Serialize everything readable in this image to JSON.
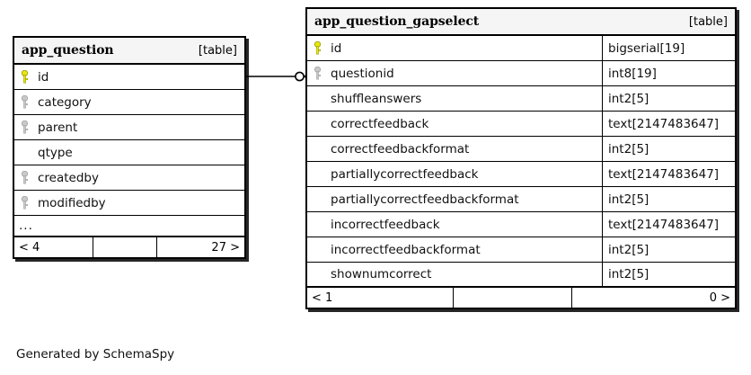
{
  "diagram": {
    "type": "entity-relationship-diagram",
    "caption": "Generated by SchemaSpy",
    "table_tag": "[table]",
    "tables": [
      {
        "id": "app_question",
        "name": "app_question",
        "tag": "[table]",
        "columns": [
          {
            "name": "id",
            "key": "primary",
            "type": ""
          },
          {
            "name": "category",
            "key": "foreign",
            "type": ""
          },
          {
            "name": "parent",
            "key": "foreign",
            "type": ""
          },
          {
            "name": "qtype",
            "key": "none",
            "type": ""
          },
          {
            "name": "createdby",
            "key": "foreign",
            "type": ""
          },
          {
            "name": "modifiedby",
            "key": "foreign",
            "type": ""
          }
        ],
        "more_indicator": "...",
        "footer": {
          "left": "< 4",
          "middle": "",
          "right": "27 >"
        }
      },
      {
        "id": "app_question_gapselect",
        "name": "app_question_gapselect",
        "tag": "[table]",
        "columns": [
          {
            "name": "id",
            "key": "primary",
            "type": "bigserial[19]"
          },
          {
            "name": "questionid",
            "key": "foreign",
            "type": "int8[19]"
          },
          {
            "name": "shuffleanswers",
            "key": "none",
            "type": "int2[5]"
          },
          {
            "name": "correctfeedback",
            "key": "none",
            "type": "text[2147483647]"
          },
          {
            "name": "correctfeedbackformat",
            "key": "none",
            "type": "int2[5]"
          },
          {
            "name": "partiallycorrectfeedback",
            "key": "none",
            "type": "text[2147483647]"
          },
          {
            "name": "partiallycorrectfeedbackformat",
            "key": "none",
            "type": "int2[5]"
          },
          {
            "name": "incorrectfeedback",
            "key": "none",
            "type": "text[2147483647]"
          },
          {
            "name": "incorrectfeedbackformat",
            "key": "none",
            "type": "int2[5]"
          },
          {
            "name": "shownumcorrect",
            "key": "none",
            "type": "int2[5]"
          }
        ],
        "footer": {
          "left": "< 1",
          "middle": "",
          "right": "0 >"
        }
      }
    ],
    "relationship": {
      "from_table": "app_question",
      "from_column": "id",
      "to_table": "app_question_gapselect",
      "to_column": "questionid",
      "source_marker": "zero-or-one-circle",
      "target_marker": "many-arrow"
    },
    "colors": {
      "primary_key": "#e8e80a",
      "foreign_key": "#b3b3b3",
      "border": "#000000",
      "header_background": "#f5f5f5",
      "page_background": "#ffffff"
    }
  }
}
